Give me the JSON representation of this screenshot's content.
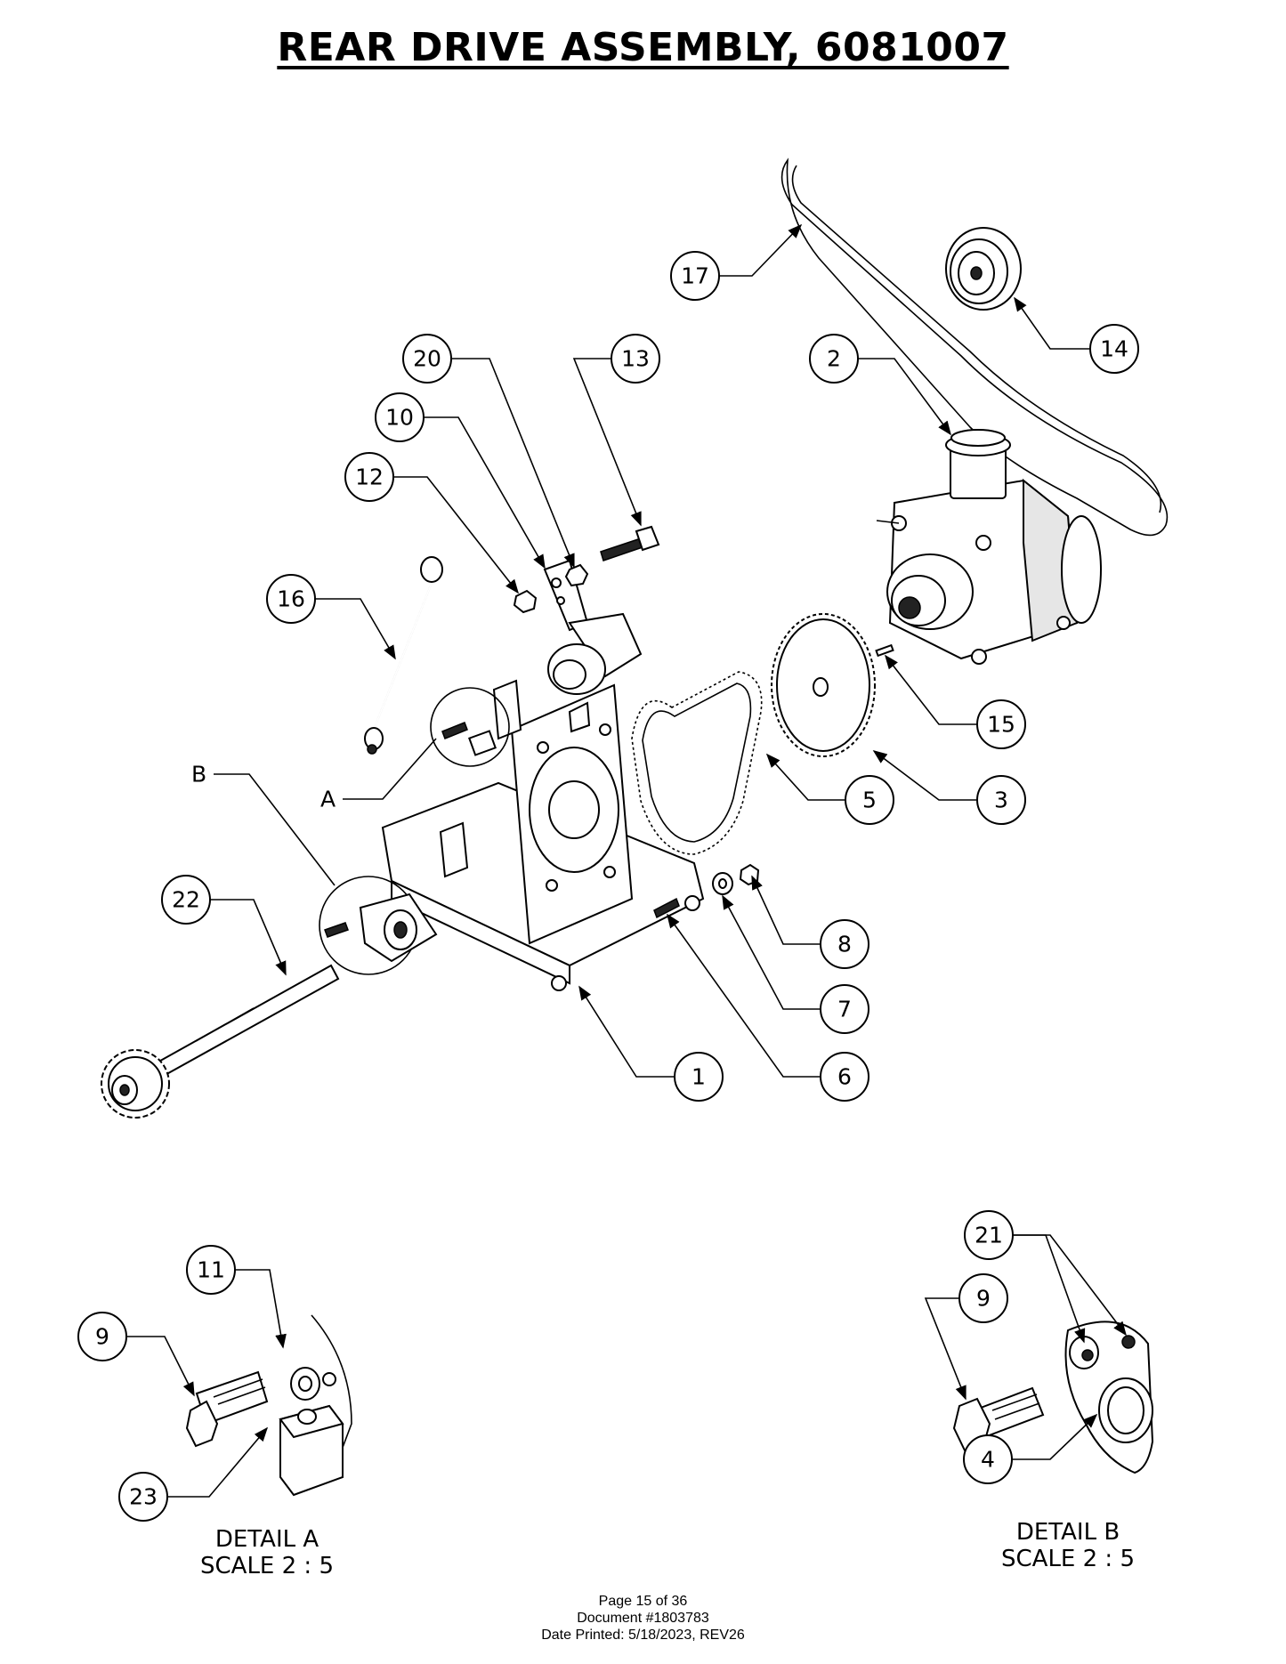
{
  "title": "REAR DRIVE ASSEMBLY, 6081007",
  "balloons": [
    {
      "label": "17"
    },
    {
      "label": "14"
    },
    {
      "label": "20"
    },
    {
      "label": "13"
    },
    {
      "label": "2"
    },
    {
      "label": "10"
    },
    {
      "label": "12"
    },
    {
      "label": "16"
    },
    {
      "label": "15"
    },
    {
      "label": "5"
    },
    {
      "label": "3"
    },
    {
      "label": "22"
    },
    {
      "label": "8"
    },
    {
      "label": "7"
    },
    {
      "label": "1"
    },
    {
      "label": "6"
    },
    {
      "label": "11"
    },
    {
      "label": "9"
    },
    {
      "label": "23"
    },
    {
      "label": "21"
    },
    {
      "label": "9"
    },
    {
      "label": "4"
    }
  ],
  "letters": {
    "a": "A",
    "b": "B"
  },
  "details": {
    "a": {
      "name": "DETAIL A",
      "scale": "SCALE 2 : 5"
    },
    "b": {
      "name": "DETAIL B",
      "scale": "SCALE 2 : 5"
    }
  },
  "footer": {
    "page": "Page 15 of 36",
    "document": "Document #1803783",
    "printed": "Date Printed: 5/18/2023, REV26"
  }
}
